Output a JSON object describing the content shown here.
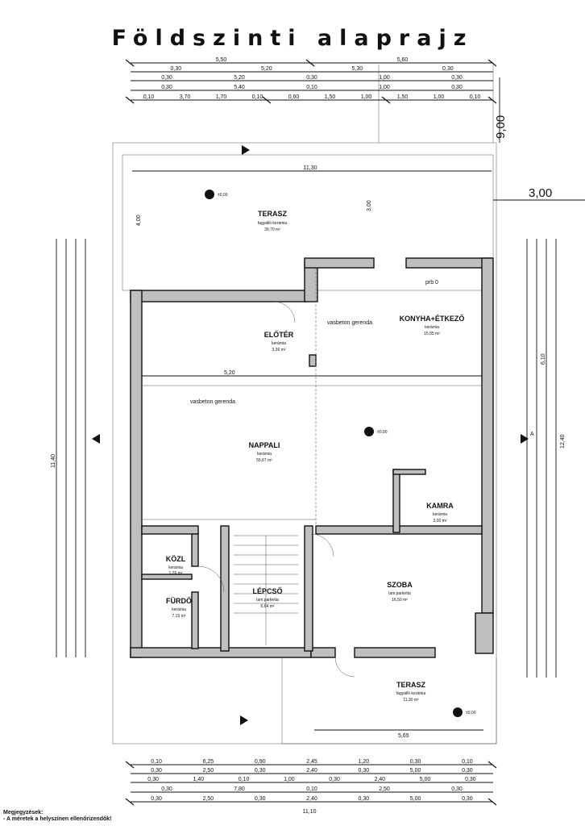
{
  "title": "Földszinti alaprajz",
  "rooms": {
    "terasz_top": {
      "name": "TERASZ",
      "material": "fagyálló kerámia",
      "area": "39,70 m²"
    },
    "eloter": {
      "name": "ELŐTÉR",
      "material": "kerámia",
      "area": "3,36 m²"
    },
    "konyha": {
      "name": "KONYHA+ÉTKEZŐ",
      "material": "kerámia",
      "area": "15,05 m²"
    },
    "nappali": {
      "name": "NAPPALI",
      "material": "kerámia",
      "area": "55,67 m²"
    },
    "kamra": {
      "name": "KAMRA",
      "material": "kerámia",
      "area": "3,00 m²"
    },
    "kozl": {
      "name": "KÖZL",
      "material": "kerámia",
      "area": "1,26 m²"
    },
    "furdo": {
      "name": "FÜRDŐ",
      "material": "kerámia",
      "area": "7,15 m²"
    },
    "lepcso": {
      "name": "LÉPCSŐ",
      "material": "lam.parketta",
      "area": "6,64 m²"
    },
    "szoba": {
      "name": "SZOBA",
      "material": "lam.parketta",
      "area": "16,50 m²"
    },
    "terasz_bottom": {
      "name": "TERASZ",
      "material": "fagyálló kerámia",
      "area": "11,30 m²"
    }
  },
  "annotations": {
    "vasbeton1": "vasbeton gerenda",
    "vasbeton2": "vasbeton gerenda",
    "level_pm": "±0,00",
    "level_pm2": "±0,00",
    "level_pm3": "±0,00",
    "prb": "prb 0",
    "section_a": "A",
    "side_900": "9,00",
    "side_300": "3,00",
    "dim_1130": "11,30",
    "dim_1140": "11,40",
    "dim_300": "3,00",
    "dim_400": "4,00",
    "dim_520": "5,20",
    "dim_610": "6,10",
    "dim_1240": "12,40",
    "dim_565": "5,65"
  },
  "top_dims": {
    "row1": [
      "5,50",
      "5,60"
    ],
    "row2": [
      "0,30",
      "5,20",
      "5,30",
      "0,30"
    ],
    "row3": [
      "0,30",
      "5,20",
      "0,30",
      "1,00",
      "0,30"
    ],
    "row4": [
      "0,30",
      "5,40",
      "0,10",
      "1,00",
      "0,30"
    ],
    "row5": [
      "0,10",
      "3,70",
      "1,70",
      "0,10",
      "0,60",
      "1,50",
      "1,00",
      "1,50",
      "1,00",
      "0,10"
    ]
  },
  "bottom_dims": {
    "row1": [
      "0,10",
      "6,25",
      "0,90",
      "2,45",
      "1,20",
      "0,30",
      "0,10"
    ],
    "row2": [
      "0,30",
      "2,50",
      "0,30",
      "2,40",
      "0,30",
      "5,00",
      "0,30"
    ],
    "row3": [
      "0,30",
      "1,40",
      "0,10",
      "1,00",
      "0,30",
      "2,40",
      "5,00",
      "0,30"
    ],
    "row4": [
      "0,30",
      "7,80",
      "0,10",
      "2,50",
      "0,30"
    ],
    "row5": [
      "0,30",
      "2,50",
      "0,30",
      "2,40",
      "0,30",
      "5,00",
      "0,30"
    ],
    "total": "11,10"
  },
  "notes": {
    "heading": "Megjegyzések:",
    "line1": "- A méretek a helyszínen ellenőrizendők!"
  }
}
